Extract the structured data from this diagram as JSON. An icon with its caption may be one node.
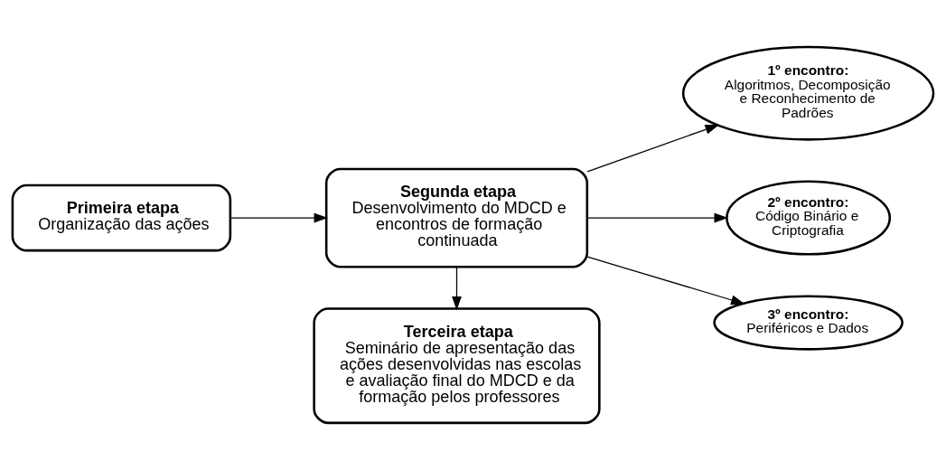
{
  "diagram": {
    "nodes": [
      {
        "text": [
          "Primeira etapa",
          "Organização das ações"
        ]
      },
      {
        "text": [
          "Segunda etapa",
          "Desenvolvimento do MDCD e encontros de formação continuada"
        ]
      },
      {
        "text": [
          "Terceira etapa",
          "Seminário de apresentação das ações desenvolvidas nas escolas e avaliação final do MDCD e da formação pelos professores"
        ]
      },
      {
        "text": [
          "1º encontro:",
          "Algoritmos, Decomposição e Reconhecimento de Padrões"
        ]
      },
      {
        "text": [
          "2º encontro:",
          "Código Binário e Criptografia"
        ]
      },
      {
        "text": [
          "3º encontro:",
          "Periféricos e Dados"
        ]
      }
    ],
    "edges": [
      {
        "from": 0,
        "to": 1,
        "arrow": "to"
      },
      {
        "from": 1,
        "to": 2,
        "arrow": "to"
      },
      {
        "from": 1,
        "to": 3,
        "arrow": "to"
      },
      {
        "from": 1,
        "to": 4,
        "arrow": "to"
      },
      {
        "from": 1,
        "to": 5,
        "arrow": "to"
      }
    ]
  }
}
